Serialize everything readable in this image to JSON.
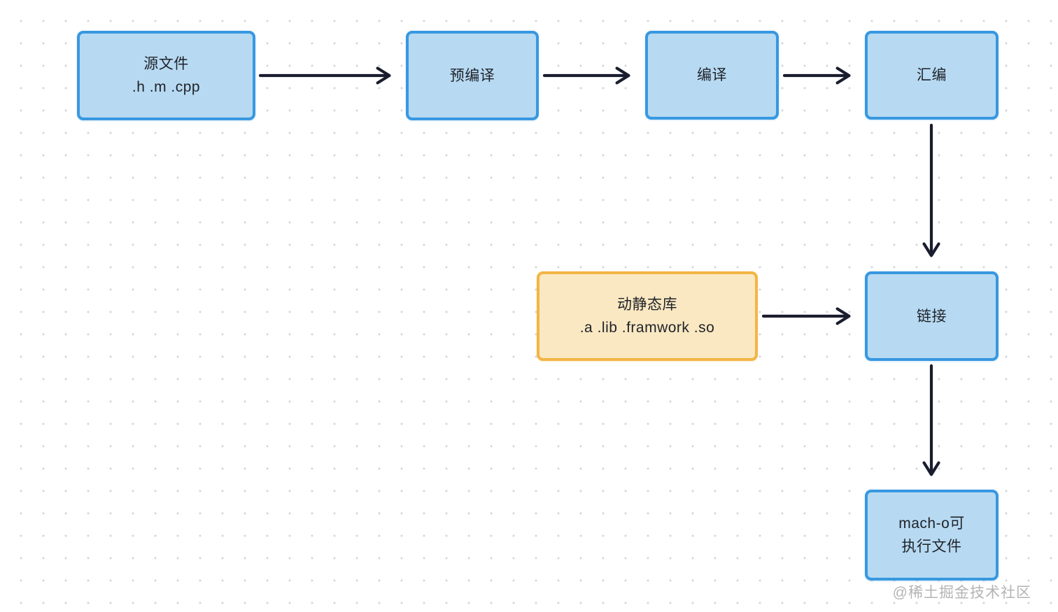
{
  "diagram": {
    "title_hint": "compilation-pipeline-flowchart",
    "nodes": [
      {
        "id": "source",
        "line1": "源文件",
        "line2": ".h .m .cpp"
      },
      {
        "id": "precompile",
        "line1": "预编译"
      },
      {
        "id": "compile",
        "line1": "编译"
      },
      {
        "id": "assemble",
        "line1": "汇编"
      },
      {
        "id": "libraries",
        "line1": "动静态库",
        "line2": ".a .lib .framwork .so"
      },
      {
        "id": "link",
        "line1": "链接"
      },
      {
        "id": "macho",
        "line1": "mach-o可",
        "line2": "执行文件"
      }
    ],
    "edges": [
      {
        "from": "source",
        "to": "precompile"
      },
      {
        "from": "precompile",
        "to": "compile"
      },
      {
        "from": "compile",
        "to": "assemble"
      },
      {
        "from": "assemble",
        "to": "link"
      },
      {
        "from": "libraries",
        "to": "link"
      },
      {
        "from": "link",
        "to": "macho"
      }
    ],
    "colors": {
      "node_fill_blue": "#b7daf2",
      "node_border_blue": "#3898e0",
      "node_fill_yellow": "#fae8c2",
      "node_border_yellow": "#f2b545",
      "arrow": "#1a1d2e",
      "grid_dot": "#d4d6d9",
      "background": "#ffffff",
      "watermark_text": "#b4b4b4"
    },
    "watermark": "@稀土掘金技术社区"
  }
}
